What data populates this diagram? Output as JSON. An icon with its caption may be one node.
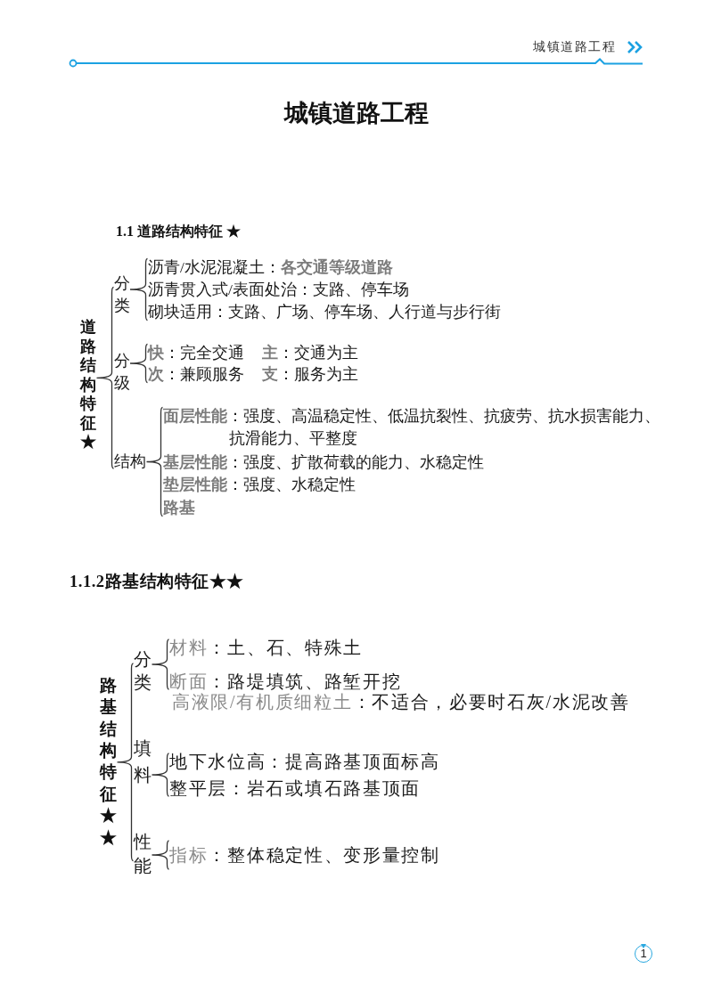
{
  "diagram": {
    "title": "城镇道路工程",
    "nodes": [
      {
        "text": [
          "道路结构特征★"
        ]
      },
      {
        "text": [
          "分类"
        ]
      },
      {
        "text": [
          "沥青/水泥混凝土：**各交通等级道路**"
        ]
      },
      {
        "text": [
          "沥青贯入式/表面处治：支路、停车场"
        ]
      },
      {
        "text": [
          "砌块适用：支路、广场、停车场、人行道与步行街"
        ]
      },
      {
        "text": [
          "分级"
        ]
      },
      {
        "text": [
          "**快**：完全交通",
          "**主**：交通为主"
        ]
      },
      {
        "text": [
          "**次**：兼顾服务",
          "**支**：服务为主"
        ]
      },
      {
        "text": [
          "结构"
        ]
      },
      {
        "text": [
          "**面层性能**：强度、高温稳定性、低温抗裂性、抗疲劳、抗水损害能力、抗滑能力、平整度"
        ]
      },
      {
        "text": [
          "**基层性能**：强度、扩散荷载的能力、水稳定性"
        ]
      },
      {
        "text": [
          "**垫层性能**：强度、水稳定性"
        ]
      },
      {
        "text": [
          "路基"
        ]
      },
      {
        "text": [
          "路基结构特征★★"
        ]
      },
      {
        "text": [
          "分类"
        ]
      },
      {
        "text": [
          "**材料**：土、石、特殊土"
        ]
      },
      {
        "text": [
          "**断面**：路堤填筑、路堑开挖"
        ]
      },
      {
        "text": [
          "填料"
        ]
      },
      {
        "text": [
          "地下水位高：提高路基顶面标高"
        ]
      },
      {
        "text": [
          "整平层：岩石或填石路基顶面"
        ]
      },
      {
        "text": [
          "性能"
        ]
      },
      {
        "text": [
          "**指标**：整体稳定性、变形量控制"
        ]
      }
    ],
    "edges": [
      {
        "from": 0,
        "to": 1,
        "arrow": "none"
      },
      {
        "from": 0,
        "to": 5,
        "arrow": "none"
      },
      {
        "from": 0,
        "to": 8,
        "arrow": "none"
      },
      {
        "from": 1,
        "to": 2,
        "arrow": "none"
      },
      {
        "from": 1,
        "to": 3,
        "arrow": "none"
      },
      {
        "from": 1,
        "to": 4,
        "arrow": "none"
      },
      {
        "from": 5,
        "to": 6,
        "arrow": "none"
      },
      {
        "from": 5,
        "to": 7,
        "arrow": "none"
      },
      {
        "from": 8,
        "to": 9,
        "arrow": "none"
      },
      {
        "from": 8,
        "to": 10,
        "arrow": "none"
      },
      {
        "from": 8,
        "to": 11,
        "arrow": "none"
      },
      {
        "from": 8,
        "to": 12,
        "arrow": "none"
      },
      {
        "from": 13,
        "to": 14,
        "arrow": "none"
      },
      {
        "from": 13,
        "to": 17,
        "arrow": "none"
      },
      {
        "from": 13,
        "to": 20,
        "arrow": "none"
      },
      {
        "from": 14,
        "to": 15,
        "arrow": "none"
      },
      {
        "from": 14,
        "to": 16,
        "arrow": "none"
      },
      {
        "from": 17,
        "to": 18,
        "arrow": "none"
      },
      {
        "from": 17,
        "to": 19,
        "arrow": "none"
      },
      {
        "from": 20,
        "to": 21,
        "arrow": "none"
      }
    ],
    "labels": [
      "城镇道路工程",
      "1.1 道路结构特征 ★",
      "1.1.2路基结构特征★★",
      "**高液限/有机质细粒土**：不适合，必要时石灰/水泥改善",
      "1"
    ]
  }
}
